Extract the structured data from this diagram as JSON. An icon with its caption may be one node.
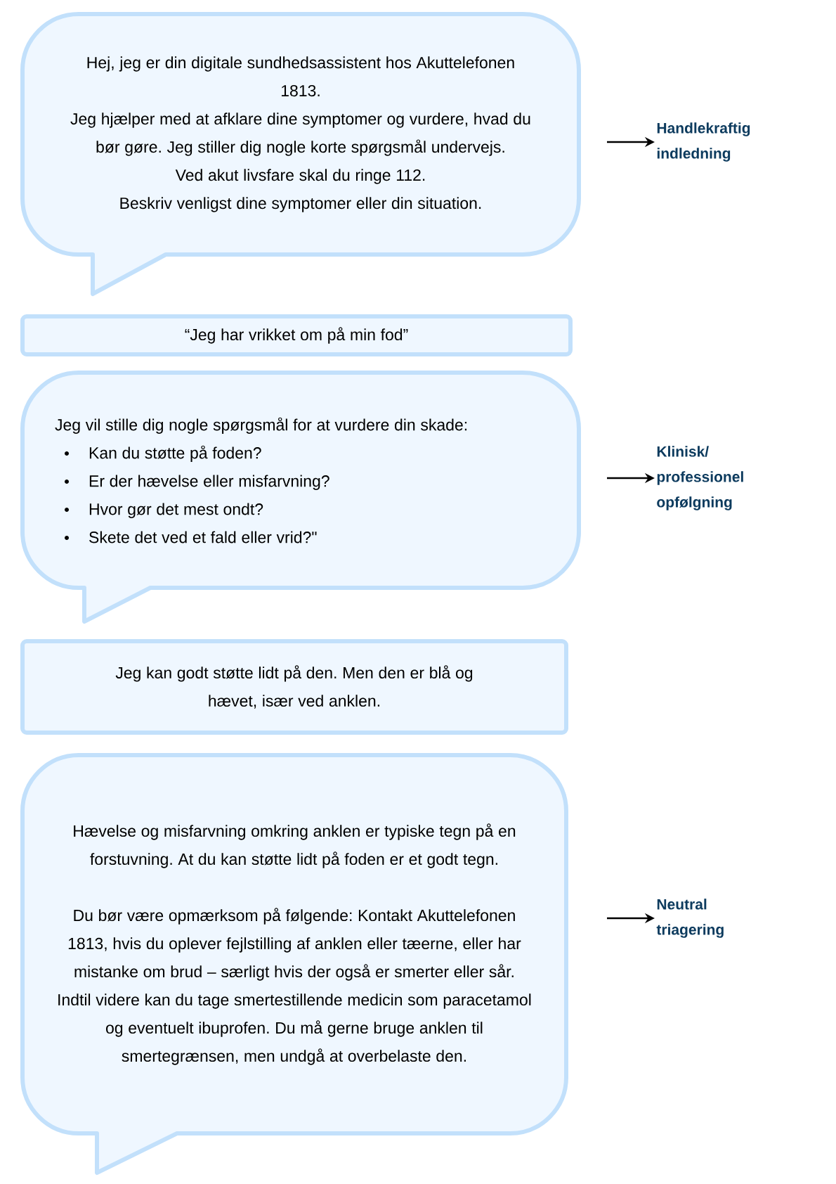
{
  "diagram": {
    "nodes": [
      {
        "text": [
          "Hej, jeg er din digitale sundhedsassistent hos Akuttelefonen 1813.",
          "Jeg hjælper med at afklare dine symptomer og vurdere, hvad du bør gøre. Jeg stiller dig nogle korte spørgsmål undervejs.",
          "Ved akut livsfare skal du ringe 112.",
          "Beskriv venligst dine symptomer eller din situation."
        ]
      },
      {
        "text": [
          "“Jeg har vrikket om på min fod”"
        ]
      },
      {
        "text": [
          "Jeg vil stille dig nogle spørgsmål for at vurdere din skade:",
          "Kan du støtte på foden?",
          "Er der hævelse eller misfarvning?",
          "Hvor gør det mest ondt?",
          "Skete det ved et fald eller vrid?\""
        ]
      },
      {
        "text": [
          "Jeg kan godt støtte lidt på den. Men den er blå og hævet, især ved anklen."
        ]
      },
      {
        "text": [
          "Hævelse og misfarvning omkring anklen er typiske tegn på en forstuvning. At du kan støtte lidt på foden er et godt tegn.",
          "Du bør være opmærksom på følgende: Kontakt Akuttelefonen 1813, hvis du oplever fejlstilling af anklen eller tæerne, eller har mistanke om brud – særligt hvis der også er smerter eller sår.",
          "Indtil videre kan du tage smertestillende medicin som paracetamol og eventuelt ibuprofen. Du må gerne bruge anklen til smertegrænsen, men undgå at overbelaste den."
        ]
      },
      {
        "text": [
          "Handlekraftig indledning"
        ]
      },
      {
        "text": [
          "Klinisk/ professionel opfølgning"
        ]
      },
      {
        "text": [
          "Neutral triagering"
        ]
      }
    ],
    "edges": [
      {
        "from": null,
        "to": 5,
        "arrow": "to"
      },
      {
        "from": null,
        "to": 6,
        "arrow": "to"
      },
      {
        "from": null,
        "to": 7,
        "arrow": "to"
      }
    ]
  }
}
